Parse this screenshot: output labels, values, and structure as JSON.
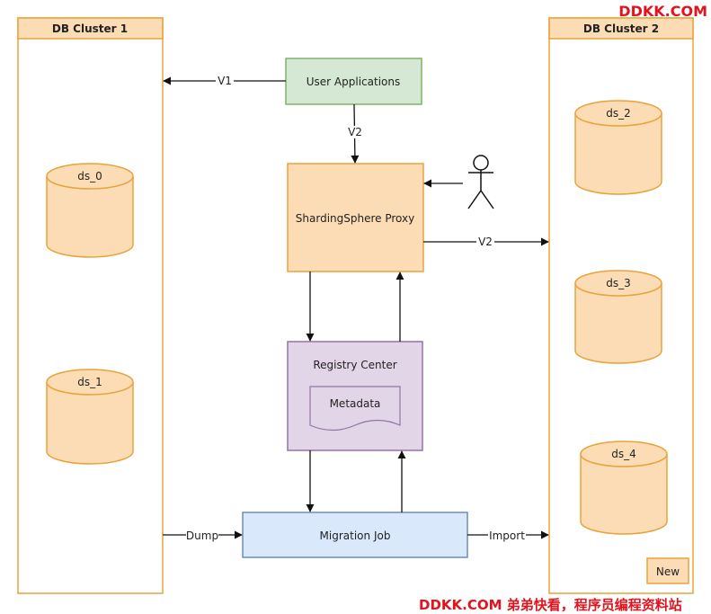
{
  "watermarks": {
    "top": "DDKK.COM",
    "bottom": "DDKK.COM 弟弟快看，程序员编程资料站"
  },
  "clusters": {
    "cluster1": {
      "title": "DB Cluster 1"
    },
    "cluster2": {
      "title": "DB Cluster 2"
    }
  },
  "datasources": {
    "ds0": "ds_0",
    "ds1": "ds_1",
    "ds2": "ds_2",
    "ds3": "ds_3",
    "ds4": "ds_4"
  },
  "nodes": {
    "user_apps": "User Applications",
    "proxy": "ShardingSphere Proxy",
    "registry": "Registry Center",
    "metadata": "Metadata",
    "migration": "Migration Job",
    "new_badge": "New"
  },
  "edges": {
    "v1": "V1",
    "v2_down": "V2",
    "v2_right": "V2",
    "dump": "Dump",
    "import": "Import"
  },
  "colors": {
    "orange_stroke": "#e8a33a",
    "orange_fill": "#fcdcb4",
    "green_fill": "#d5e8d4",
    "green_stroke": "#82b366",
    "purple_fill": "#e1d5e7",
    "purple_stroke": "#9673a6",
    "blue_fill": "#dae8fc",
    "blue_stroke": "#6c8ebf"
  }
}
